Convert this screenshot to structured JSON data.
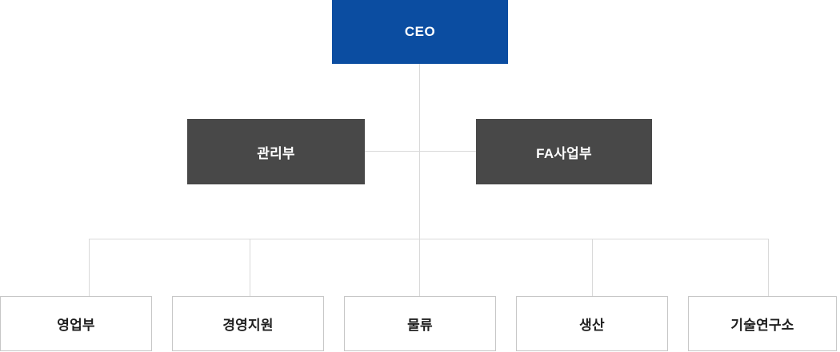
{
  "chart": {
    "type": "org-chart",
    "root": {
      "label": "CEO"
    },
    "level2": [
      {
        "label": "관리부"
      },
      {
        "label": "FA사업부"
      }
    ],
    "level3": [
      {
        "label": "영업부"
      },
      {
        "label": "경영지원"
      },
      {
        "label": "물류"
      },
      {
        "label": "생산"
      },
      {
        "label": "기술연구소"
      }
    ]
  },
  "colors": {
    "root_bg": "#0b4da1",
    "dept_bg": "#484848",
    "leaf_border": "#c7c7c7",
    "connector": "#d9d9d9",
    "leaf_text": "#1e1e1e",
    "node_text": "#ffffff"
  }
}
